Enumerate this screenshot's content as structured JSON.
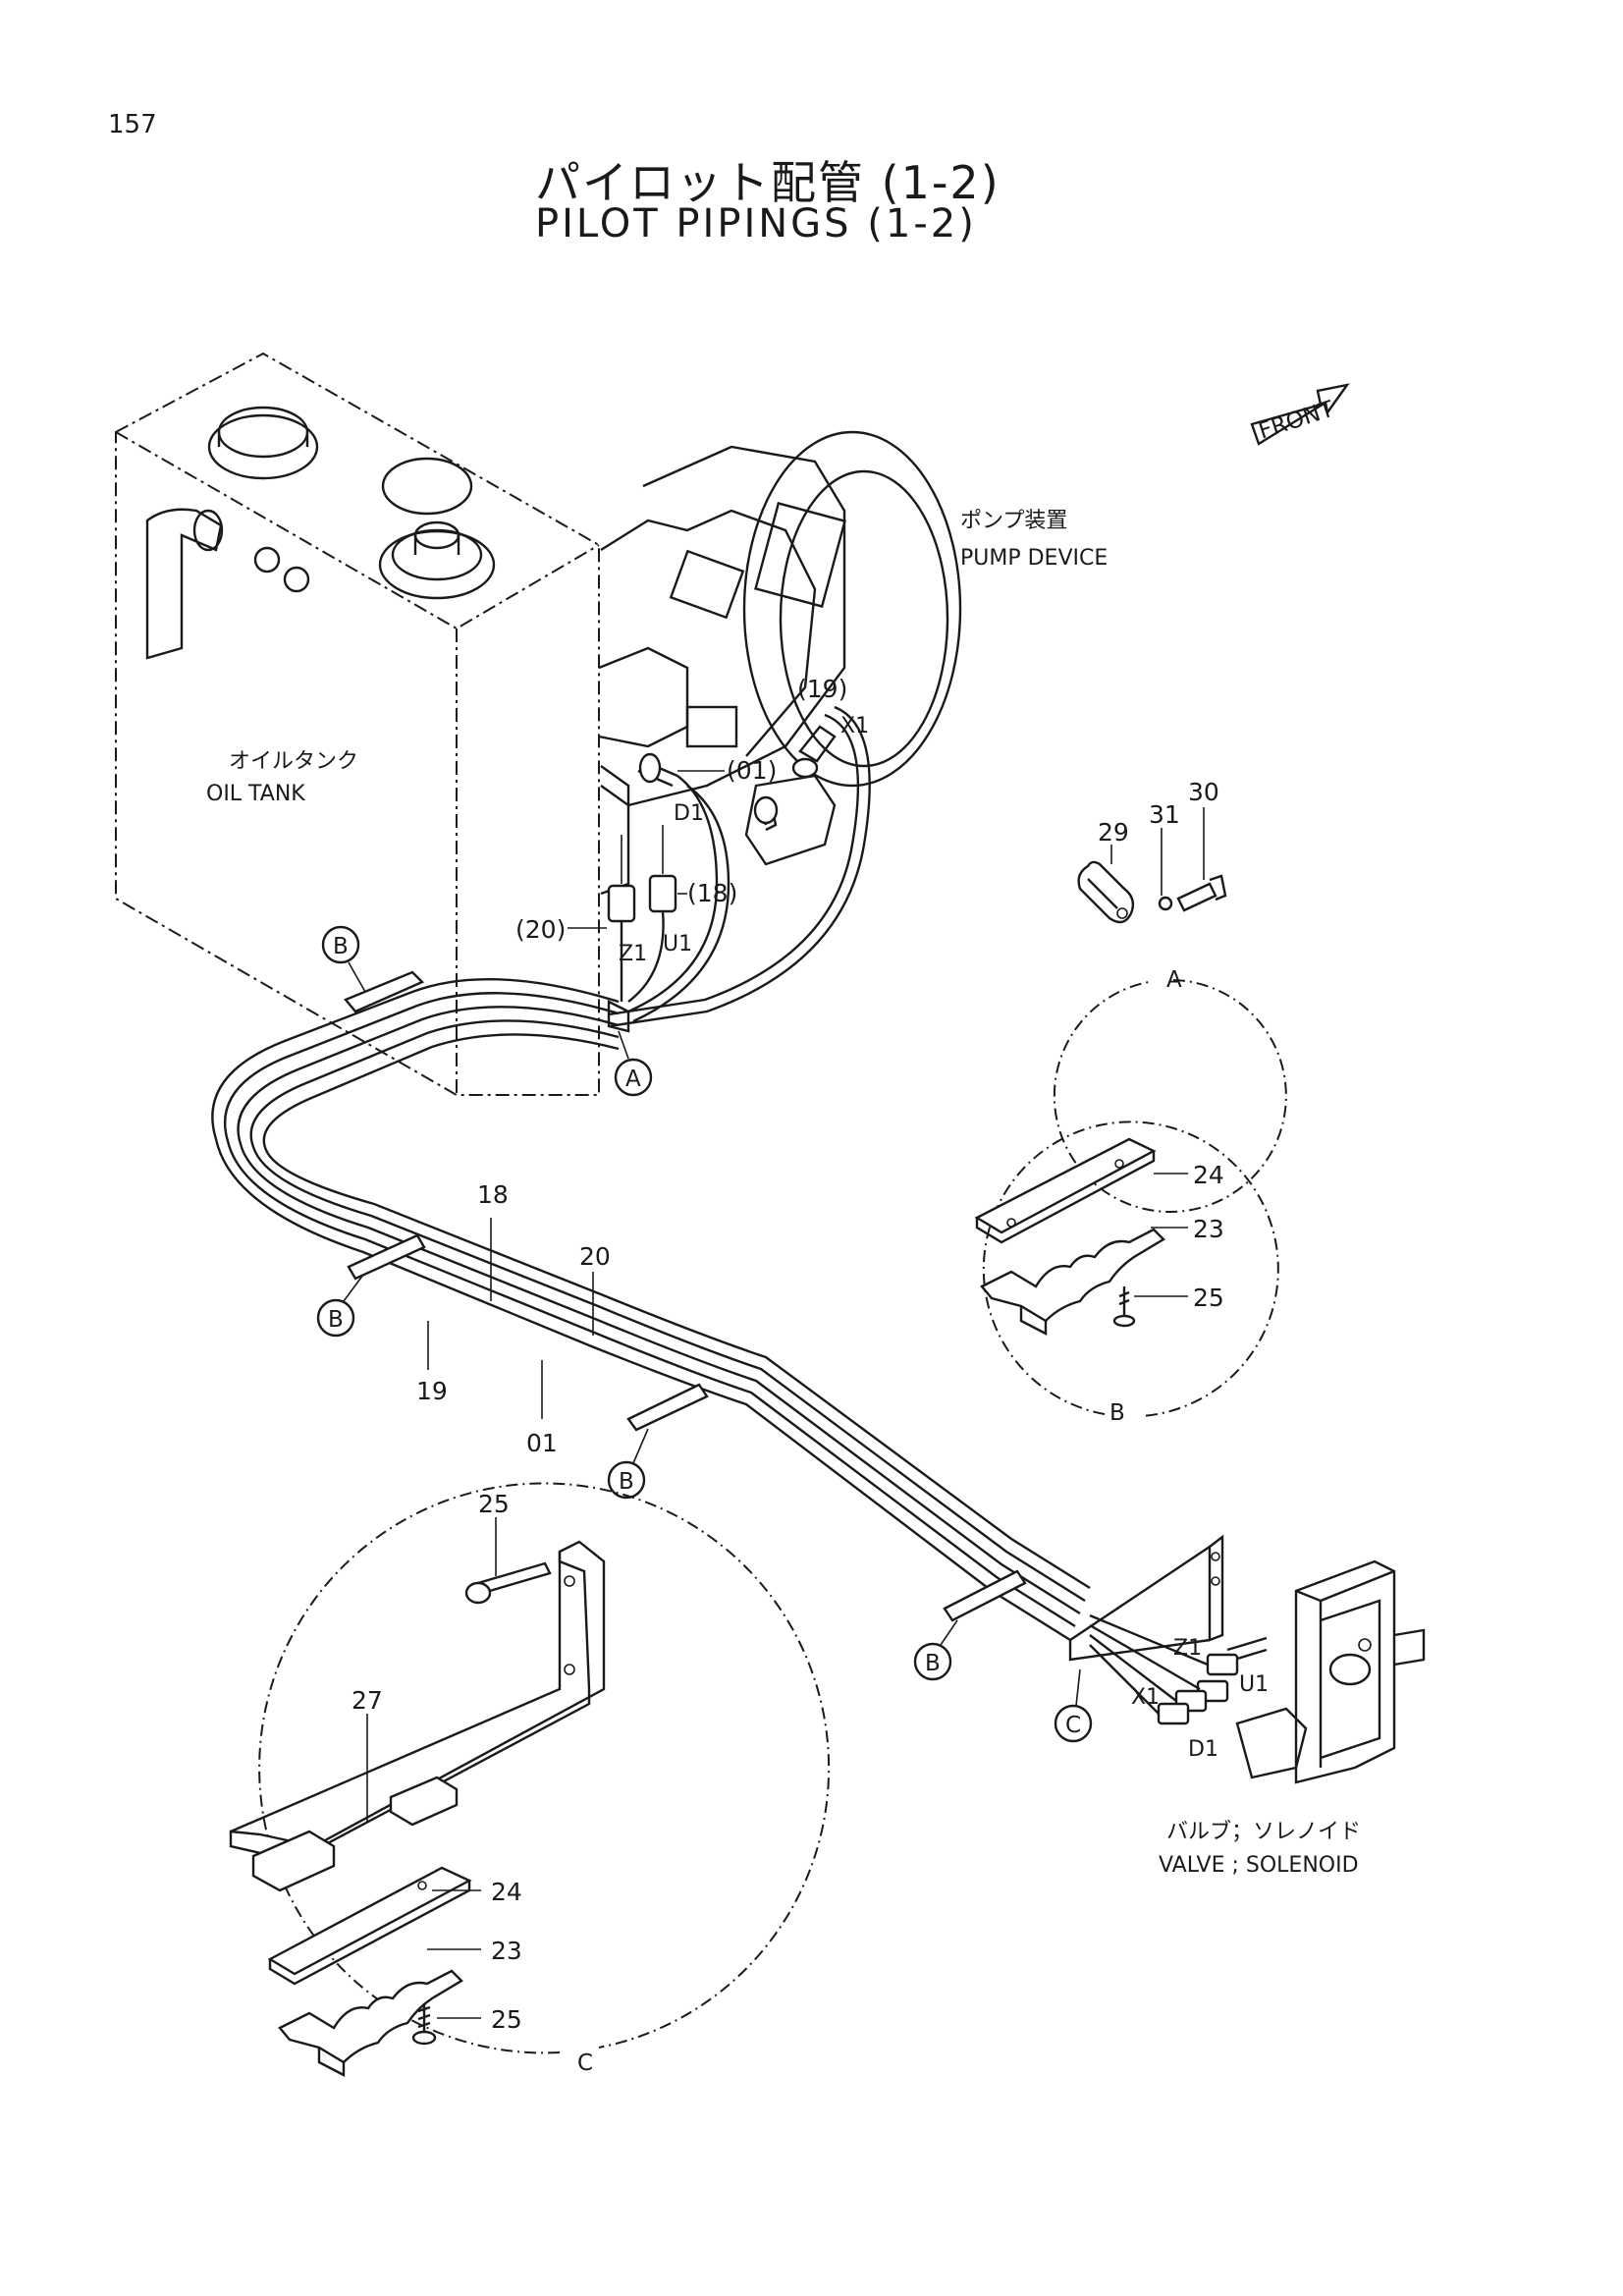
{
  "header": {
    "page_number": "157",
    "title_jp": "パイロット配管 (1-2)",
    "title_en": "PILOT PIPINGS (1-2)"
  },
  "orientation": {
    "front_label": "FRONT"
  },
  "components": {
    "pump_jp": "ポンプ装置",
    "pump_en": "PUMP DEVICE",
    "tank_jp": "オイルタンク",
    "tank_en": "OIL TANK",
    "valve_jp": "バルブ；ソレノイド",
    "valve_en": "VALVE ; SOLENOID"
  },
  "ports": {
    "x1_top": "X1",
    "d1_top": "D1",
    "z1_top": "Z1",
    "u1_top": "U1",
    "z1_valve": "Z1",
    "u1_valve": "U1",
    "x1_valve": "X1",
    "d1_valve": "D1"
  },
  "callouts": {
    "p19_top": "(19)",
    "p01_top": "(01)",
    "p18_top": "(18)",
    "p20_top": "(20)",
    "hose_18": "18",
    "hose_20": "20",
    "hose_19": "19",
    "hose_01": "01"
  },
  "markers": {
    "b1": "B",
    "a": "A",
    "b2": "B",
    "b3": "B",
    "b4": "B",
    "c": "C"
  },
  "details": {
    "a": {
      "label": "A",
      "parts": [
        "29",
        "31",
        "30"
      ]
    },
    "b": {
      "label": "B",
      "parts": [
        "24",
        "23",
        "25"
      ]
    },
    "c": {
      "label": "C",
      "parts": [
        "25",
        "27",
        "24",
        "23",
        "25"
      ]
    }
  }
}
